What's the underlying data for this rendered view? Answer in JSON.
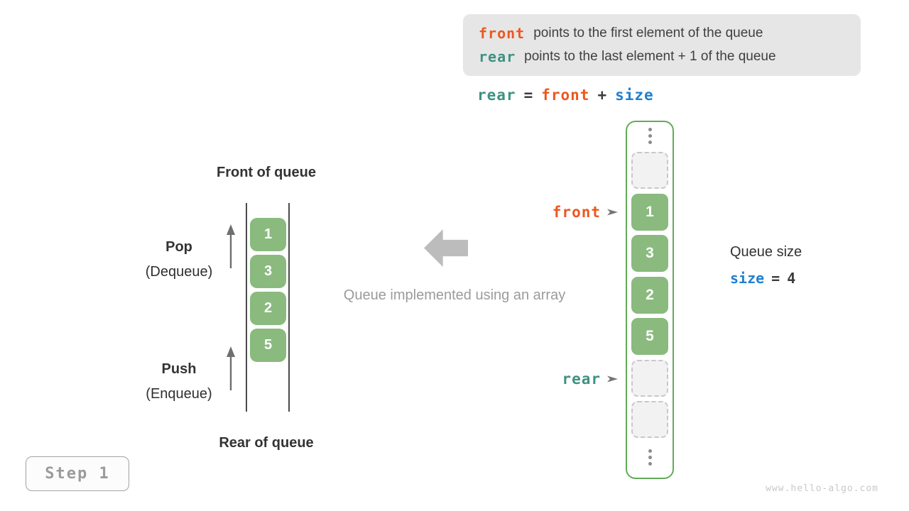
{
  "colors": {
    "orange": "#ec581f",
    "teal": "#3e9183",
    "blue": "#2080d0",
    "green_fill": "#8aba7e",
    "green_border": "#62ab57",
    "gray_text": "#9b9b9b"
  },
  "legend": {
    "line1_code": "front",
    "line1_text": "points to the first element of the queue",
    "line2_code": "rear",
    "line2_text": "points to the last element + 1 of the queue"
  },
  "formula": {
    "lhs": "rear",
    "eq": "=",
    "rhs1": "front",
    "op": "+",
    "rhs2": "size"
  },
  "stack_view": {
    "front_label": "Front of queue",
    "rear_label": "Rear of queue",
    "pop": "Pop",
    "pop_sub": "(Dequeue)",
    "push": "Push",
    "push_sub": "(Enqueue)",
    "items": [
      "1",
      "3",
      "2",
      "5"
    ]
  },
  "caption": "Queue implemented using an array",
  "array_view": {
    "front_pointer": "front",
    "rear_pointer": "rear",
    "cells": [
      {
        "type": "empty"
      },
      {
        "type": "filled",
        "value": "1"
      },
      {
        "type": "filled",
        "value": "3"
      },
      {
        "type": "filled",
        "value": "2"
      },
      {
        "type": "filled",
        "value": "5"
      },
      {
        "type": "empty"
      },
      {
        "type": "empty"
      }
    ]
  },
  "queue_size": {
    "label": "Queue size",
    "var": "size",
    "eq": "=",
    "value": "4"
  },
  "step_badge": "Step 1",
  "watermark": "www.hello-algo.com"
}
